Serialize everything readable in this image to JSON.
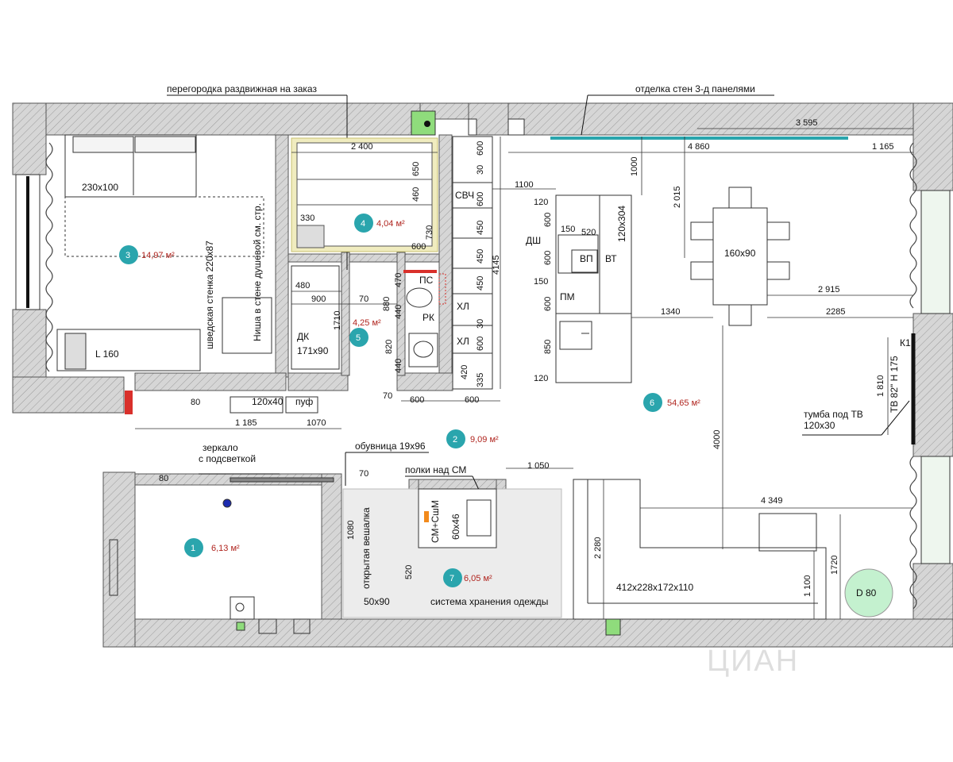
{
  "colors": {
    "wall_fill": "#d6d6d6",
    "badge": "#2aa5ad",
    "area_text": "#b0241e",
    "panel_line": "#2aa5ad",
    "bath_accent": "#d9302b",
    "wardrobe_fill": "#ececec",
    "drain_green": "#8fdc7c",
    "round_table": "#c4f1cf",
    "bath_frame": "#f0ecbf"
  },
  "annotations": {
    "partition": "перегородка раздвижная на заказ",
    "wall_panels": "отделка стен 3-д панелями",
    "swedish_wall": "шведская стенка 220х87",
    "niche": "Ниша в стене душевой см. стр.",
    "mirror_1": "зеркало",
    "mirror_2": "с подсветкой",
    "shoe_rack": "обувница 19х96",
    "shelves": "полки над СМ",
    "open_hanger": "открытая вешалка",
    "storage": "система хранения одежды",
    "tv_stand_1": "тумба под ТВ",
    "tv_stand_2": "120х30",
    "tv": "ТВ 82\" Н 175",
    "k1": "К1"
  },
  "rooms": [
    {
      "num": "1",
      "area": "6,13 м²"
    },
    {
      "num": "2",
      "area": "9,09 м²"
    },
    {
      "num": "3",
      "area": "14,97 м²"
    },
    {
      "num": "4",
      "area": "4,04 м²"
    },
    {
      "num": "5",
      "area": "4,25 м²"
    },
    {
      "num": "6",
      "area": "54,65 м²"
    },
    {
      "num": "7",
      "area": "6,05 м²"
    }
  ],
  "furniture": {
    "bed": "230х100",
    "l160": "L 160",
    "shower": "ДК",
    "shower_size": "171х90",
    "bench": "120х40",
    "pouf": "пуф",
    "washer": "СМ+СшМ",
    "washer_size": "60х46",
    "wardrobe": "50х90",
    "microwave": "СВЧ",
    "fridge1": "ХЛ",
    "fridge2": "ХЛ",
    "dishwasher": "ДШ",
    "hob": "ВП",
    "oven": "ВТ",
    "island": "120х304",
    "sink_pm": "ПМ",
    "dining": "160х90",
    "sofa": "412х228х172х110",
    "round_table": "D 80",
    "toilet_ps": "ПС",
    "sink_rk": "РК"
  },
  "dims": {
    "d3595": "3 595",
    "d4860": "4 860",
    "d1165": "1 165",
    "d2400": "2 400",
    "d650": "650",
    "d460": "460",
    "d730": "730",
    "d600a": "600",
    "d330": "330",
    "d600top": "600",
    "d30a": "30",
    "d600b": "600",
    "d450a": "450",
    "d450b": "450",
    "d450c": "450",
    "d30b": "30",
    "d600c": "600",
    "d420": "420",
    "d335": "335",
    "d4145": "4145",
    "d1100": "1100",
    "d1000": "1000",
    "d2015": "2 015",
    "d120a": "120",
    "d600k": "600",
    "d150a": "150",
    "d520k": "520",
    "d600k2": "600",
    "d150b": "150",
    "d600k3": "600",
    "d850": "850",
    "d120b": "120",
    "d1340": "1340",
    "d2285": "2285",
    "d2915": "2 915",
    "d480": "480",
    "d900": "900",
    "d70a": "70",
    "d880": "880",
    "d470": "470",
    "d440a": "440",
    "d1710": "1710",
    "d820": "820",
    "d440b": "440",
    "d80a": "80",
    "d70b": "70",
    "d600e": "600",
    "d600f": "600",
    "d1185": "1 185",
    "d1070": "1070",
    "d80b": "80",
    "d70c": "70",
    "d1050": "1 050",
    "d1080": "1080",
    "d520b": "520",
    "d4000": "4000",
    "d4349": "4 349",
    "d2280": "2 280",
    "d1100b": "1 100",
    "d1720": "1720",
    "d1810": "1 810"
  },
  "watermark": "ЦИАН"
}
